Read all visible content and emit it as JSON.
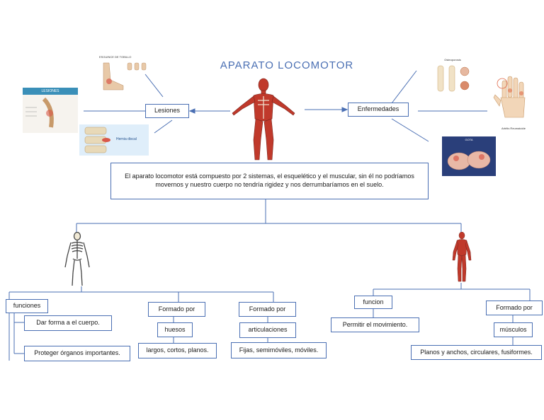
{
  "title": "APARATO LOCOMOTOR",
  "left_branch": "Lesiones",
  "right_branch": "Enfermedades",
  "description": "El aparato locomotor está compuesto por 2 sistemas, el esquelético y el muscular, sin él no podríamos movernos y nuestro cuerpo no tendría rigidez y nos derrumbaríamos en el suelo.",
  "image_labels": {
    "tobillo": "ESGUINCE DE TOBILLO",
    "lesiones_thumb": "LESIONES",
    "hernia": "Hernia discal",
    "osteoporosis": "Osteoporosis",
    "artritis": "Artritis Reumatoide",
    "gota": "GOTA"
  },
  "skeletal": {
    "funciones": "funciones",
    "funcion_1": "Dar forma a el cuerpo.",
    "funcion_2": "Proteger órganos importantes.",
    "formado_por_1": "Formado por",
    "huesos": "huesos",
    "huesos_tipos": "largos, cortos, planos.",
    "formado_por_2": "Formado por",
    "articulaciones": "articulaciones",
    "articulaciones_tipos": "Fijas, semimóviles, móviles."
  },
  "muscular": {
    "funcion": "funcion",
    "funcion_desc": "Permitir el movimiento.",
    "formado_por": "Formado por",
    "musculos": "músculos",
    "musculos_tipos": "Planos y anchos, circulares, fusiformes."
  },
  "colors": {
    "line": "#4a6fb3",
    "title": "#4a6fb3",
    "muscle": "#c0392b",
    "bone": "#f1ead6"
  }
}
